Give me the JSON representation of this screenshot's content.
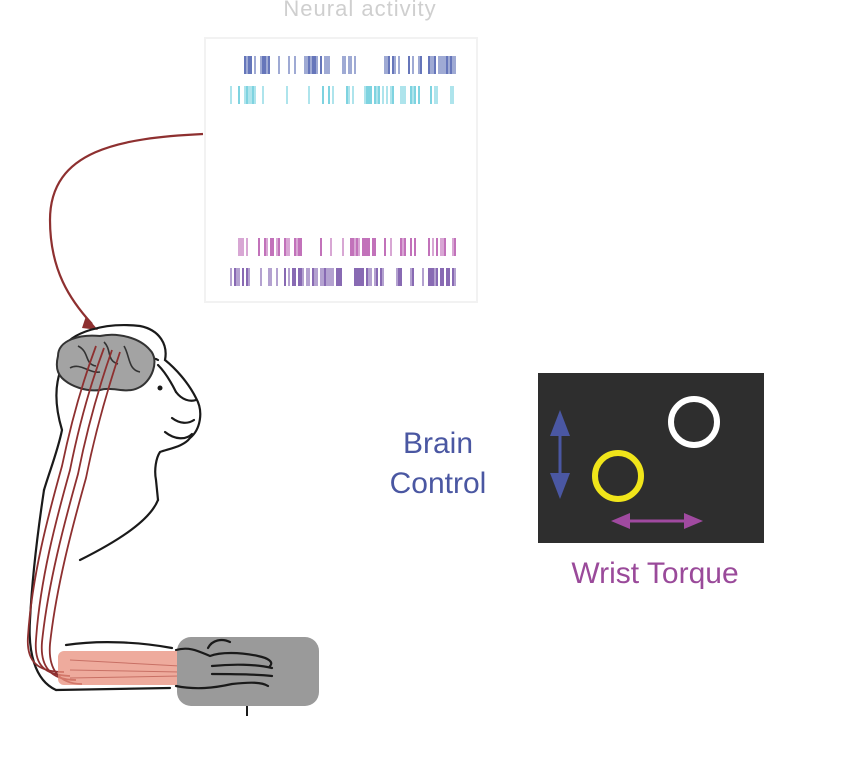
{
  "labels": {
    "brain_control": "Brain\nControl",
    "wrist_torque": "Wrist Torque",
    "neural_title": "Neural activity"
  },
  "colors": {
    "raster_row_1": "#3f54a8",
    "raster_row_2": "#5ec8d8",
    "raster_row_3": "#ffffff",
    "raster_row_4": "#ffffff",
    "raster_row_5": "#ffffff",
    "raster_row_6": "#ffffff",
    "raster_row_7": "#b24fa8",
    "raster_row_8": "#6a44a0",
    "cursor_target": "#ffffff",
    "cursor_yellow": "#f0e51a",
    "vertical_arrow": "#4a57a2",
    "horizontal_arrow": "#a04aa0",
    "screen_bg": "#2e2e2e",
    "cable": "#8e3030",
    "muscle": "#e88f7c",
    "manipulandum": "#9a9a9a"
  },
  "icons": {
    "monkey": "monkey-outline-icon",
    "brain": "brain-icon",
    "hand": "hand-icon"
  }
}
